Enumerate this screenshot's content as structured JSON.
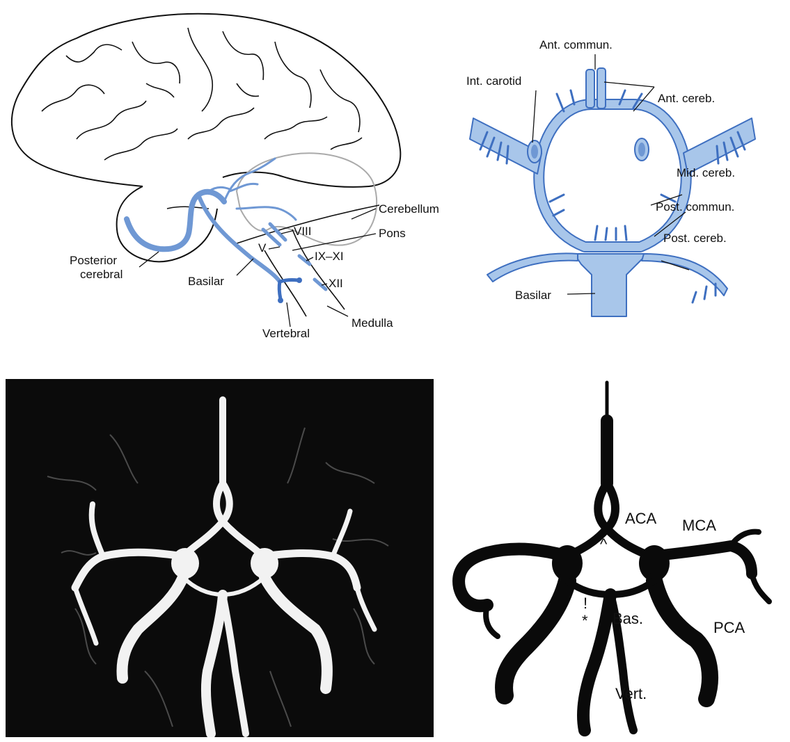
{
  "colors": {
    "vessel_light": "#a8c6ea",
    "vessel_blue": "#6f98d4",
    "vessel_outline": "#3e6fc0",
    "ink": "#111111",
    "radiograph_bg": "#0b0b0b"
  },
  "panel_brain": {
    "labels": {
      "cerebellum": "Cerebellum",
      "pons": "Pons",
      "viii": "VIII",
      "v": "V",
      "ix_xi": "IX–XI",
      "xii": "XII",
      "posterior_cerebral_1": "Posterior",
      "posterior_cerebral_2": "cerebral",
      "basilar": "Basilar",
      "vertebral": "Vertebral",
      "medulla": "Medulla"
    }
  },
  "panel_circle": {
    "labels": {
      "ant_commun": "Ant. commun.",
      "int_carotid": "Int. carotid",
      "ant_cereb": "Ant. cereb.",
      "mid_cereb": "Mid. cereb.",
      "post_commun": "Post. commun.",
      "post_cereb": "Post. cereb.",
      "basilar": "Basilar"
    }
  },
  "panel_angio_labeled": {
    "labels": {
      "aca": "ACA",
      "mca": "MCA",
      "caret": "^",
      "pca": "PCA",
      "bas": "Bas.",
      "vert": "Vert.",
      "excl": "!",
      "star": "*"
    }
  }
}
